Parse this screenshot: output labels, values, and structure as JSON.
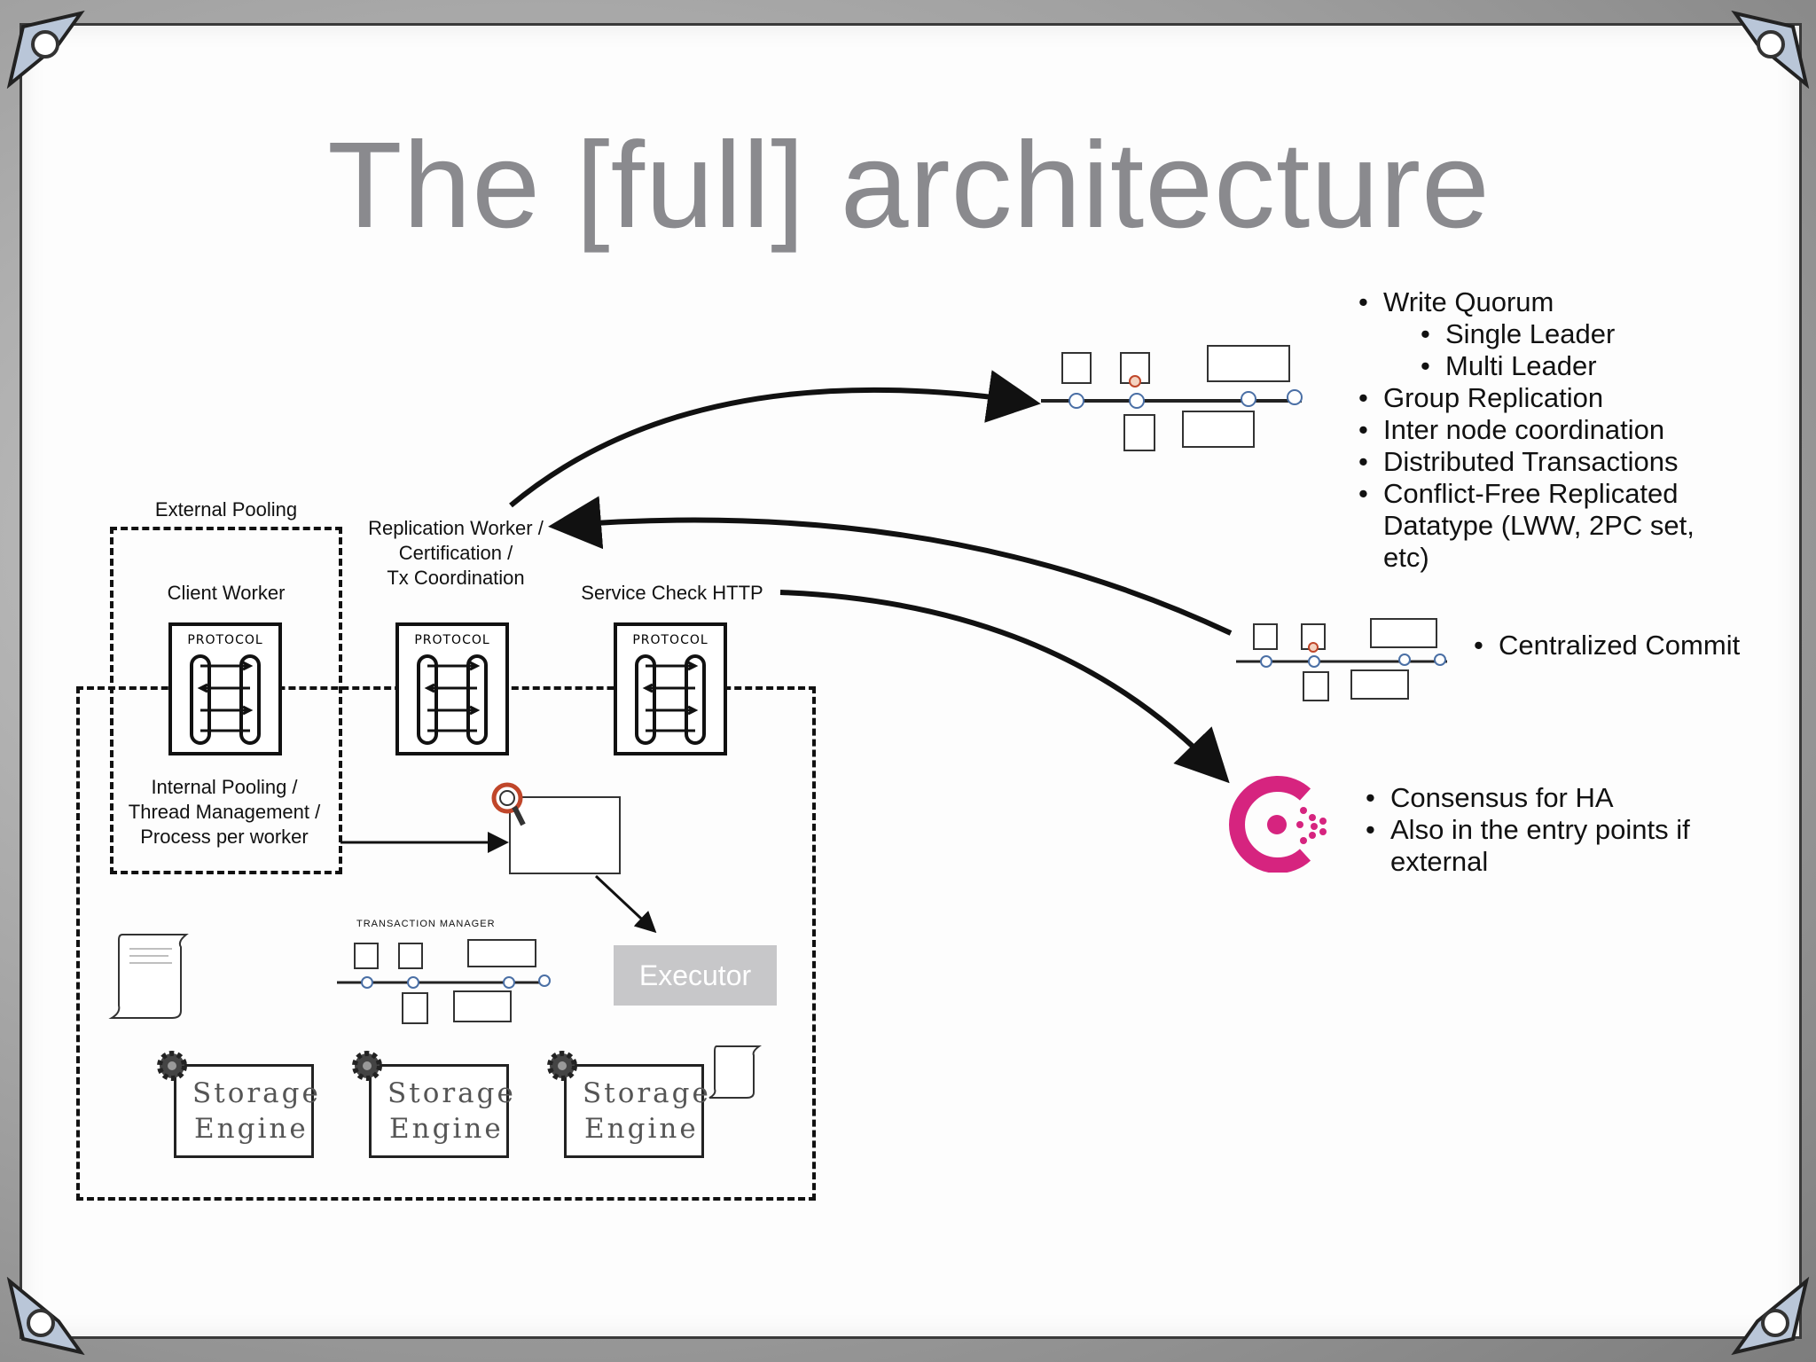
{
  "slide": {
    "title": "The [full] architecture"
  },
  "labels": {
    "external_pooling": "External Pooling",
    "client_worker": "Client Worker",
    "replication_worker": [
      "Replication Worker /",
      "Certification /",
      "Tx Coordination"
    ],
    "service_check": "Service Check HTTP",
    "internal_pooling": [
      "Internal Pooling /",
      "Thread Management /",
      "Process per worker"
    ],
    "protocol": "PROTOCOL",
    "transaction_manager": "TRANSACTION MANAGER",
    "executor": "Executor",
    "storage_line1": "Storage",
    "storage_line2": "Engine"
  },
  "write_quorum_list": {
    "items": [
      {
        "text": "Write Quorum",
        "level": 0
      },
      {
        "text": "Single Leader",
        "level": 1
      },
      {
        "text": "Multi Leader",
        "level": 1
      },
      {
        "text": "Group Replication",
        "level": 0
      },
      {
        "text": "Inter node coordination",
        "level": 0
      },
      {
        "text": "Distributed Transactions",
        "level": 0
      },
      {
        "text": "Conflict-Free Replicated",
        "level": 0
      },
      {
        "text": "Datatype (LWW, 2PC set,",
        "level": -1
      },
      {
        "text": "etc)",
        "level": -1
      }
    ]
  },
  "centralized_list": {
    "items": [
      "Centralized Commit"
    ]
  },
  "consensus_list": {
    "items": [
      "Consensus for HA",
      "Also in the entry points if",
      "external"
    ]
  },
  "colors": {
    "title": "#8a8a8e",
    "consul": "#d6247f",
    "executor_bg": "#c7c7c9",
    "magnifier": "#c0462a"
  },
  "icons": [
    "corner-clip-icon",
    "protocol-loop-icon",
    "magnifier-icon",
    "scroll-icon",
    "gear-icon",
    "consul-logo-icon",
    "timeline-sketch-icon"
  ]
}
